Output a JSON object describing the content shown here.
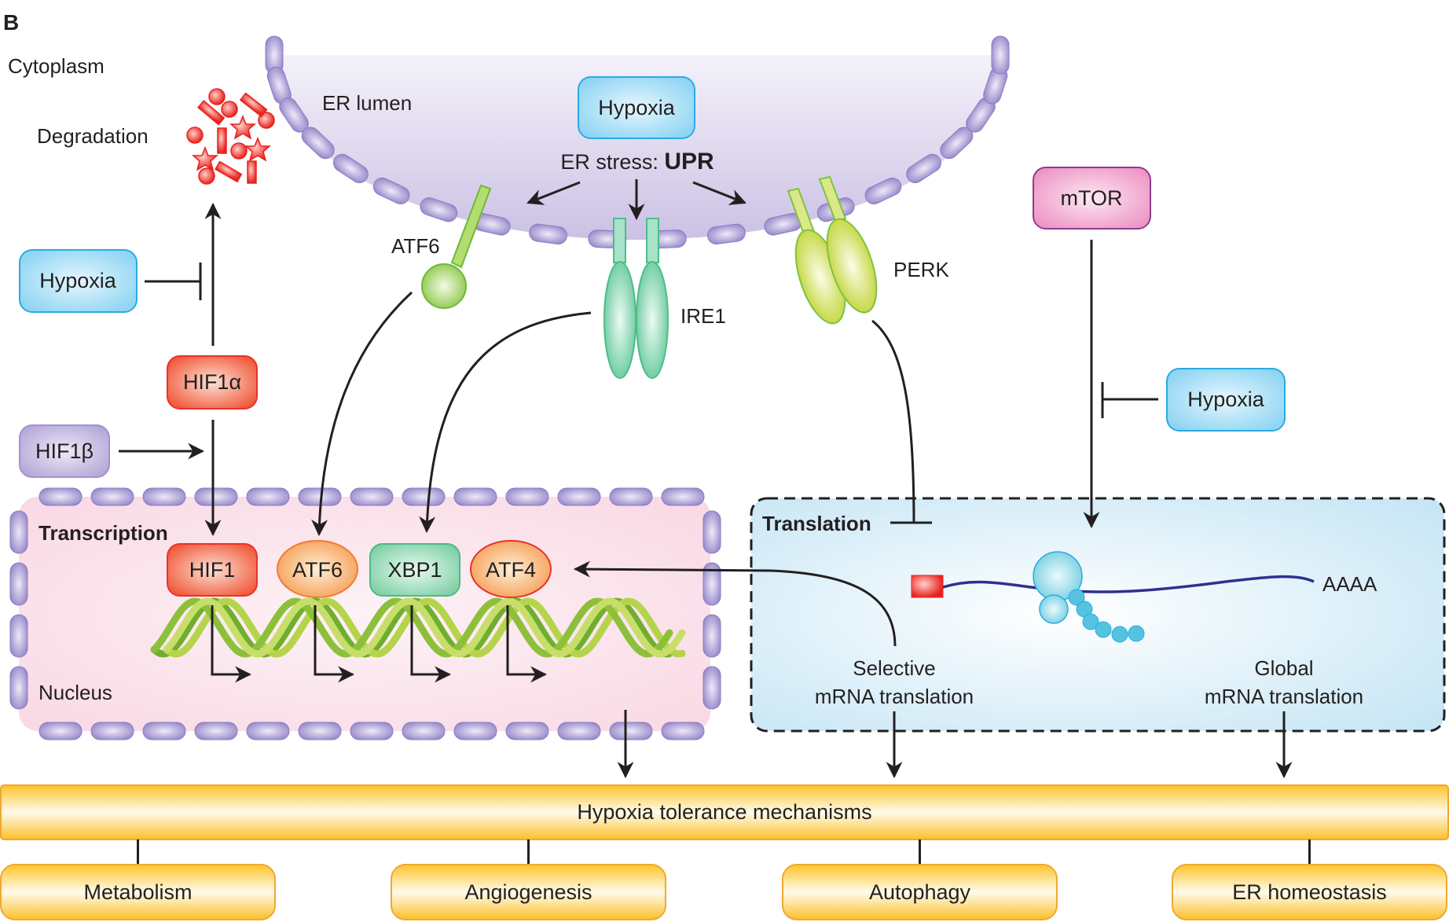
{
  "panel_label": "B",
  "regions": {
    "cytoplasm": "Cytoplasm",
    "er_lumen": "ER lumen",
    "nucleus": "Nucleus",
    "degradation": "Degradation"
  },
  "er": {
    "stimulus": "Hypoxia",
    "stress_prefix": "ER stress: ",
    "stress_bold": "UPR",
    "sensors": [
      {
        "name": "ATF6",
        "color": "#8cc63f"
      },
      {
        "name": "IRE1",
        "color": "#5cc99a"
      },
      {
        "name": "PERK",
        "color": "#c5d92d"
      }
    ]
  },
  "hif": {
    "hypoxia": "Hypoxia",
    "hif1a": "HIF1α",
    "hif1b": "HIF1β"
  },
  "mtor": {
    "label": "mTOR",
    "hypoxia": "Hypoxia"
  },
  "transcription": {
    "title": "Transcription",
    "factors": [
      {
        "name": "HIF1",
        "shape": "rect",
        "color": "#f15a3a"
      },
      {
        "name": "ATF6",
        "shape": "oval",
        "color": "#f7a35c"
      },
      {
        "name": "XBP1",
        "shape": "rect",
        "color": "#7fd3a8"
      },
      {
        "name": "ATF4",
        "shape": "oval",
        "color": "#f7a35c"
      }
    ]
  },
  "translation": {
    "title": "Translation",
    "polya": "AAAA",
    "selective_line1": "Selective",
    "selective_line2": "mRNA translation",
    "global_line1": "Global",
    "global_line2": "mRNA translation"
  },
  "tolerance": {
    "title": "Hypoxia tolerance mechanisms",
    "outcomes": [
      "Metabolism",
      "Angiogenesis",
      "Autophagy",
      "ER homeostasis"
    ]
  },
  "colors": {
    "hypoxia_fill": "#a6dff5",
    "hypoxia_stroke": "#29abe2",
    "membrane": "#9b8fcc",
    "er_fill": "#d9d2ec",
    "nucleus_fill": "#fbe1ea",
    "translation_fill": "#dcf0fa",
    "tolerance": "#fdc52f",
    "mtor_fill": "#f3a6cf",
    "mtor_stroke": "#8e3d8e",
    "hif1b_fill": "#c4b9e0",
    "degradation": "#ef2b2b",
    "mrna": "#2e3192",
    "ribosome": "#7fd6e6"
  }
}
